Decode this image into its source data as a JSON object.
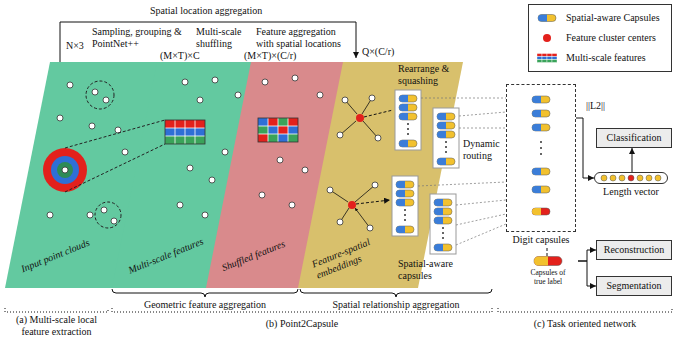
{
  "diagram": {
    "nodes": [
      {
        "text": [
          "Input point clouds"
        ]
      },
      {
        "text": [
          "Multi-scale features"
        ]
      },
      {
        "text": [
          "Shuffled features"
        ]
      },
      {
        "text": [
          "Feature-spatial embeddings"
        ]
      },
      {
        "text": [
          "Digit capsules"
        ]
      },
      {
        "text": [
          "Length vector"
        ]
      },
      {
        "text": [
          "Classification"
        ]
      },
      {
        "text": [
          "Capsules of true label"
        ]
      },
      {
        "text": [
          "Reconstruction"
        ]
      },
      {
        "text": [
          "Segmentation"
        ]
      }
    ],
    "edges": [
      {
        "from": 4,
        "to": 5,
        "arrow": "to",
        "label": "||L2||"
      },
      {
        "from": 5,
        "to": 6,
        "arrow": "to"
      },
      {
        "from": 4,
        "to": 7,
        "arrow": "none"
      },
      {
        "from": 7,
        "to": 8,
        "arrow": "to"
      },
      {
        "from": 7,
        "to": 9,
        "arrow": "to"
      }
    ],
    "labels": [
      "Spatial location aggregation",
      "N×3",
      "Sampling, grouping & PointNet++",
      "(M×T)×C",
      "Multi-scale shuffling",
      "(M×T)×(C/r)",
      "Feature aggregation with spatial locations",
      "Q×(C/r)",
      "Rearrange & squashing",
      "Spatial-aware capsules",
      "Dynamic routing",
      "Geometric feature aggregation",
      "Spatial relationship aggregation",
      "(a) Multi-scale local feature extraction",
      "(b) Point2Capsule",
      "(c) Task oriented network"
    ],
    "legend": [
      {
        "text": "Spatial-aware Capsules"
      },
      {
        "text": "Feature cluster centers",
        "color": "#e3211c"
      },
      {
        "text": "Multi-scale features"
      }
    ]
  }
}
